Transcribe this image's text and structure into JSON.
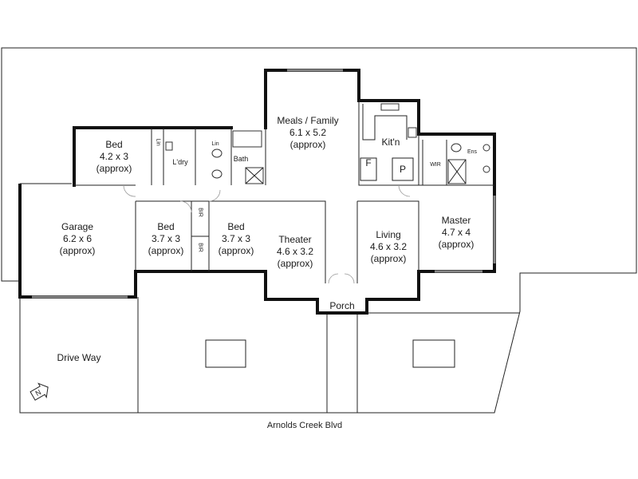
{
  "rooms": {
    "meals_family": {
      "name": "Meals / Family",
      "size": "6.1 x 5.2",
      "note": "(approx)"
    },
    "bed1": {
      "name": "Bed",
      "size": "4.2 x 3",
      "note": "(approx)"
    },
    "kitchen": {
      "name": "Kit'n"
    },
    "master": {
      "name": "Master",
      "size": "4.7 x 4",
      "note": "(approx)"
    },
    "garage": {
      "name": "Garage",
      "size": "6.2 x 6",
      "note": "(approx)"
    },
    "bed2": {
      "name": "Bed",
      "size": "3.7 x 3",
      "note": "(approx)"
    },
    "bed3": {
      "name": "Bed",
      "size": "3.7 x 3",
      "note": "(approx)"
    },
    "theater": {
      "name": "Theater",
      "size": "4.6 x 3.2",
      "note": "(approx)"
    },
    "living": {
      "name": "Living",
      "size": "4.6 x 3.2",
      "note": "(approx)"
    },
    "porch": {
      "name": "Porch"
    },
    "driveway": {
      "name": "Drive Way"
    },
    "laundry": {
      "name": "L'dry"
    },
    "bath": {
      "name": "Bath"
    },
    "lin_left": {
      "name": "Lin"
    },
    "lin_right": {
      "name": "Lin"
    },
    "wir": {
      "name": "WIR"
    },
    "ens": {
      "name": "Ens"
    },
    "pantry": {
      "name": "P"
    },
    "fridge": {
      "name": "F"
    },
    "bir_upper": {
      "name": "BIR"
    },
    "bir_lower": {
      "name": "BIR"
    }
  },
  "street": "Arnolds Creek Blvd",
  "compass": "N"
}
